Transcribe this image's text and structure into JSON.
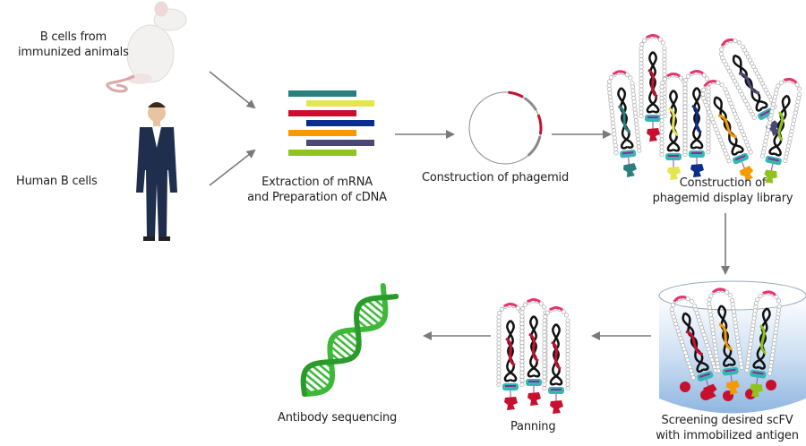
{
  "labels": {
    "b_cells_animals": [
      "B cells from",
      "immunized animals"
    ],
    "human_b_cells": "Human B cells",
    "extraction": [
      "Extraction of mRNA",
      "and Preparation of cDNA"
    ],
    "phagemid": "Construction of phagemid",
    "library": [
      "Construction of",
      "phagemid display library"
    ],
    "screening": [
      "Screening desired scFV",
      "with immobilized antigen"
    ],
    "panning": "Panning",
    "sequencing": "Antibody sequencing"
  },
  "colors": {
    "arrow": "#7a7a7a",
    "cdna_bars": [
      "#2a7f7f",
      "#e4e650",
      "#c8102e",
      "#0a2e8c",
      "#f59a00",
      "#4a4877",
      "#8fc41e"
    ],
    "phagemid_insert": "#c8102e",
    "phagemid_marker": "#8a8a8a",
    "library_phages": [
      "#2a7f7f",
      "#c8102e",
      "#e4e650",
      "#0a2e8c",
      "#f59a00",
      "#4a4877",
      "#8fc41e"
    ],
    "screening_phages": [
      "#c8102e",
      "#f59a00",
      "#8fc41e"
    ],
    "panning_phages": [
      "#c8102e",
      "#c8102e",
      "#c8102e"
    ],
    "antigen": "#c8102e",
    "dna": "#3db838"
  }
}
